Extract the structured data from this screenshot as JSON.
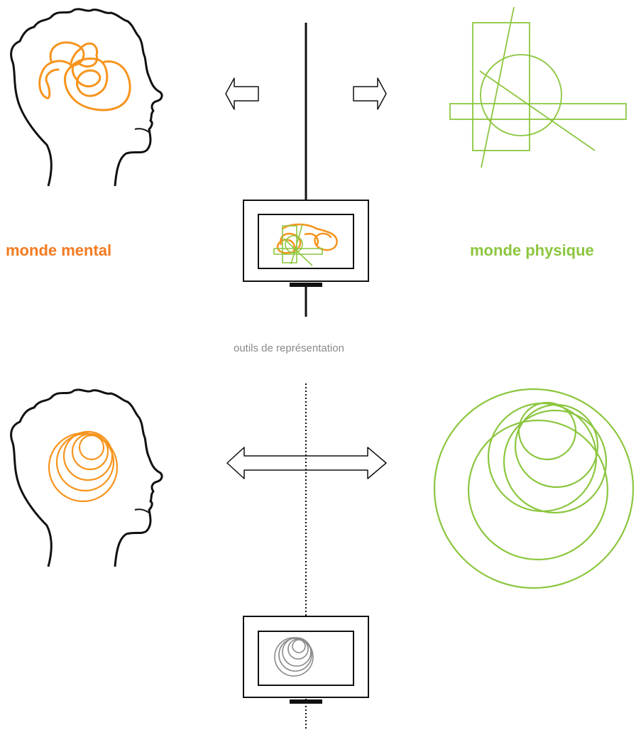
{
  "labels": {
    "mental": "monde mental",
    "physique": "monde physique",
    "outils": "outils de représentation"
  },
  "colors": {
    "mental": "#f7941d",
    "mental_label": "#f47a1f",
    "physique": "#8cc63f",
    "ink": "#111111",
    "screen_scribble_bottom": "#8a8a8a"
  },
  "icons": [
    "head-profile-icon",
    "left-arrow-icon",
    "right-arrow-icon",
    "double-arrow-icon",
    "monitor-icon"
  ]
}
